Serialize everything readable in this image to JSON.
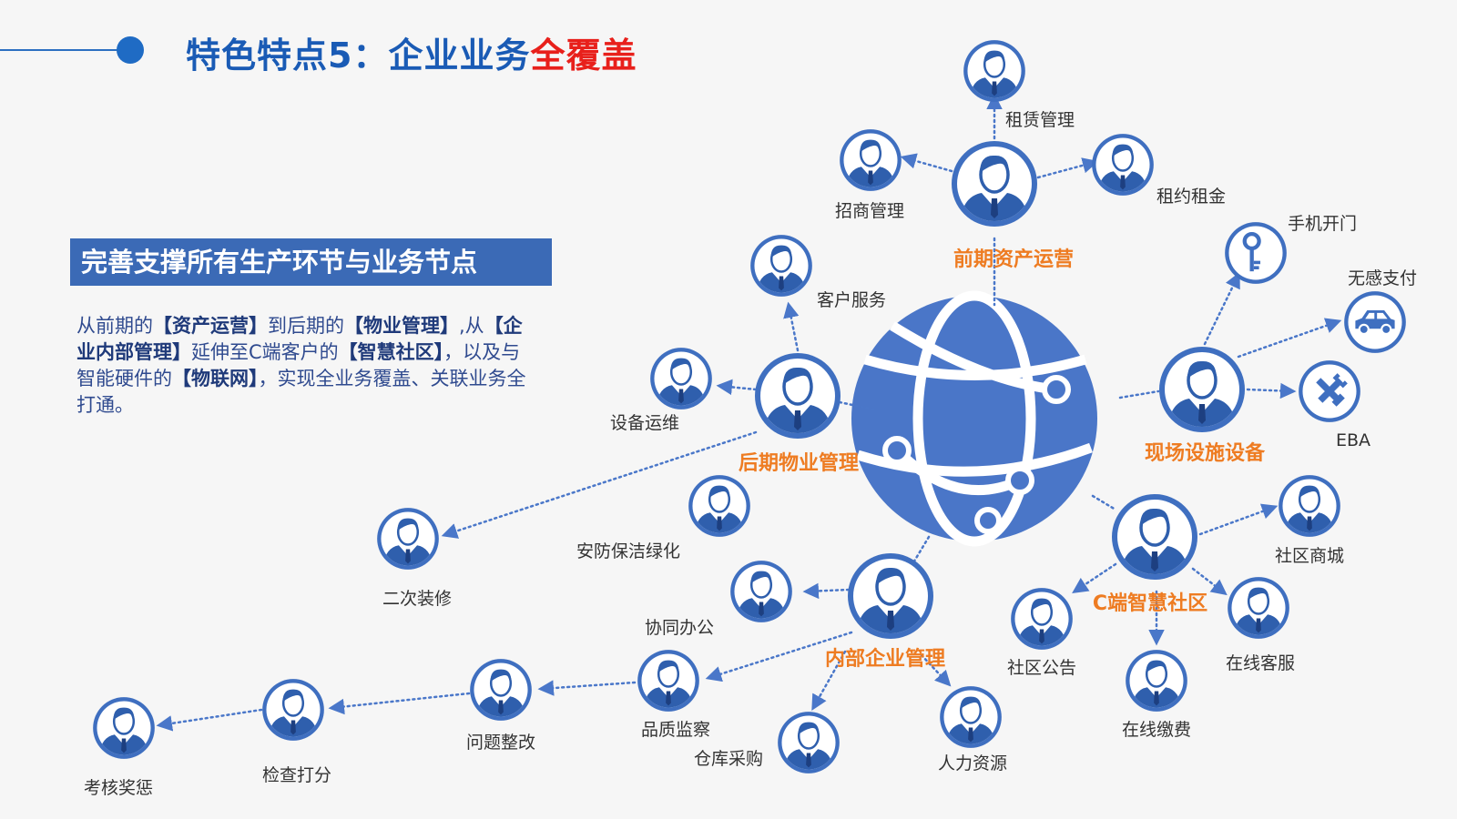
{
  "title": {
    "main": "特色特点5：企业业务",
    "highlight": "全覆盖"
  },
  "subtitle": "完善支撑所有生产环节与业务节点",
  "intro": {
    "p1": "从前期的",
    "b1": "【资产运营】",
    "p2": "到后期的",
    "b2": "【物业管理】",
    "p3": ",从",
    "b3": "【企业内部管理】",
    "p4": "延伸至C端客户的",
    "b4": "【智慧社区】",
    "p5": "，以及与智能硬件的",
    "b5": "【物联网】",
    "p6": "，实现全业务覆盖、关联业务全打通。"
  },
  "colors": {
    "primary": "#3b6ab6",
    "hub_label": "#ee7c22",
    "highlight": "#e8201b",
    "title": "#1a5bb5"
  },
  "hubs": [
    {
      "id": "asset",
      "label": "前期资产运营"
    },
    {
      "id": "property",
      "label": "后期物业管理"
    },
    {
      "id": "device",
      "label": "现场设施设备"
    },
    {
      "id": "community",
      "label": "C端智慧社区"
    },
    {
      "id": "internal",
      "label": "内部企业管理"
    }
  ],
  "leaves": [
    {
      "id": "lease",
      "label": "租赁管理",
      "icon": "person-icon"
    },
    {
      "id": "invest",
      "label": "招商管理",
      "icon": "person-icon"
    },
    {
      "id": "rent",
      "label": "租约租金",
      "icon": "person-icon"
    },
    {
      "id": "cs",
      "label": "客户服务",
      "icon": "person-icon"
    },
    {
      "id": "ops",
      "label": "设备运维",
      "icon": "person-icon"
    },
    {
      "id": "security",
      "label": "安防保洁绿化",
      "icon": "person-icon"
    },
    {
      "id": "decor",
      "label": "二次装修",
      "icon": "person-icon"
    },
    {
      "id": "door",
      "label": "手机开门",
      "icon": "key-icon"
    },
    {
      "id": "pay",
      "label": "无感支付",
      "icon": "car-icon"
    },
    {
      "id": "eba",
      "label": "EBA",
      "icon": "tools-icon"
    },
    {
      "id": "mall",
      "label": "社区商城",
      "icon": "person-icon"
    },
    {
      "id": "notice",
      "label": "社区公告",
      "icon": "person-icon"
    },
    {
      "id": "online_cs",
      "label": "在线客服",
      "icon": "person-icon"
    },
    {
      "id": "online_pay",
      "label": "在线缴费",
      "icon": "person-icon"
    },
    {
      "id": "collab",
      "label": "协同办公",
      "icon": "person-icon"
    },
    {
      "id": "quality",
      "label": "品质监察",
      "icon": "person-icon"
    },
    {
      "id": "warehouse",
      "label": "仓库采购",
      "icon": "person-icon"
    },
    {
      "id": "hr",
      "label": "人力资源",
      "icon": "person-icon"
    },
    {
      "id": "rectify",
      "label": "问题整改",
      "icon": "person-icon"
    },
    {
      "id": "check",
      "label": "检查打分",
      "icon": "person-icon"
    },
    {
      "id": "assess",
      "label": "考核奖惩",
      "icon": "person-icon"
    }
  ]
}
